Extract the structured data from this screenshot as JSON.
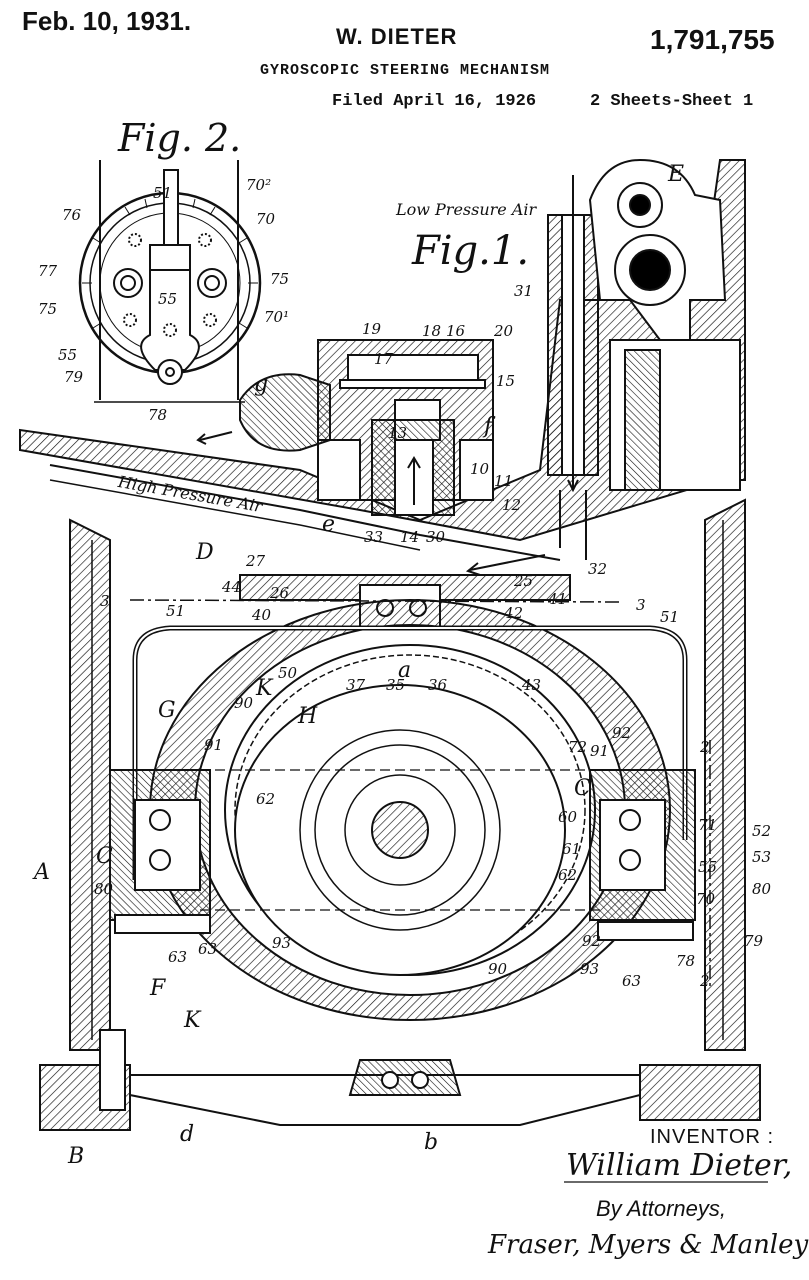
{
  "header": {
    "date": "Feb. 10, 1931.",
    "inventor_name": "W. DIETER",
    "patent_number": "1,791,755",
    "title": "GYROSCOPIC STEERING MECHANISM",
    "filed": "Filed April 16, 1926",
    "sheets": "2 Sheets-Sheet 1"
  },
  "figures": {
    "fig2_label": "Fig. 2.",
    "fig1_label": "Fig.1."
  },
  "annotations": {
    "low_pressure_air": "Low Pressure Air",
    "high_pressure_air": "High Pressure Air"
  },
  "fig2_refs": [
    "51",
    "70²",
    "76",
    "70",
    "77",
    "75",
    "75",
    "55",
    "70¹",
    "55",
    "79",
    "78"
  ],
  "fig1_refs": [
    "E",
    "31",
    "19",
    "18",
    "16",
    "20",
    "17",
    "15",
    "g",
    "13",
    "f",
    "10",
    "11",
    "14",
    "12",
    "e",
    "33",
    "30",
    "D",
    "27",
    "44",
    "26",
    "25",
    "32",
    "3",
    "40",
    "41",
    "42",
    "3",
    "51",
    "51",
    "37",
    "35",
    "a",
    "36",
    "K",
    "50",
    "43",
    "90",
    "H",
    "G",
    "91",
    "72",
    "92",
    "91",
    "2",
    "C",
    "C",
    "62",
    "60",
    "71",
    "52",
    "61",
    "53",
    "62",
    "55",
    "80",
    "A",
    "80",
    "70",
    "63",
    "93",
    "92",
    "79",
    "63",
    "93",
    "63",
    "78",
    "90",
    "F",
    "K",
    "2",
    "B",
    "d",
    "b"
  ],
  "footer": {
    "inventor_label": "INVENTOR :",
    "inventor_signature": "William Dieter,",
    "by_attorneys": "By Attorneys,",
    "attorneys_signature": "Fraser, Myers & Manley"
  }
}
